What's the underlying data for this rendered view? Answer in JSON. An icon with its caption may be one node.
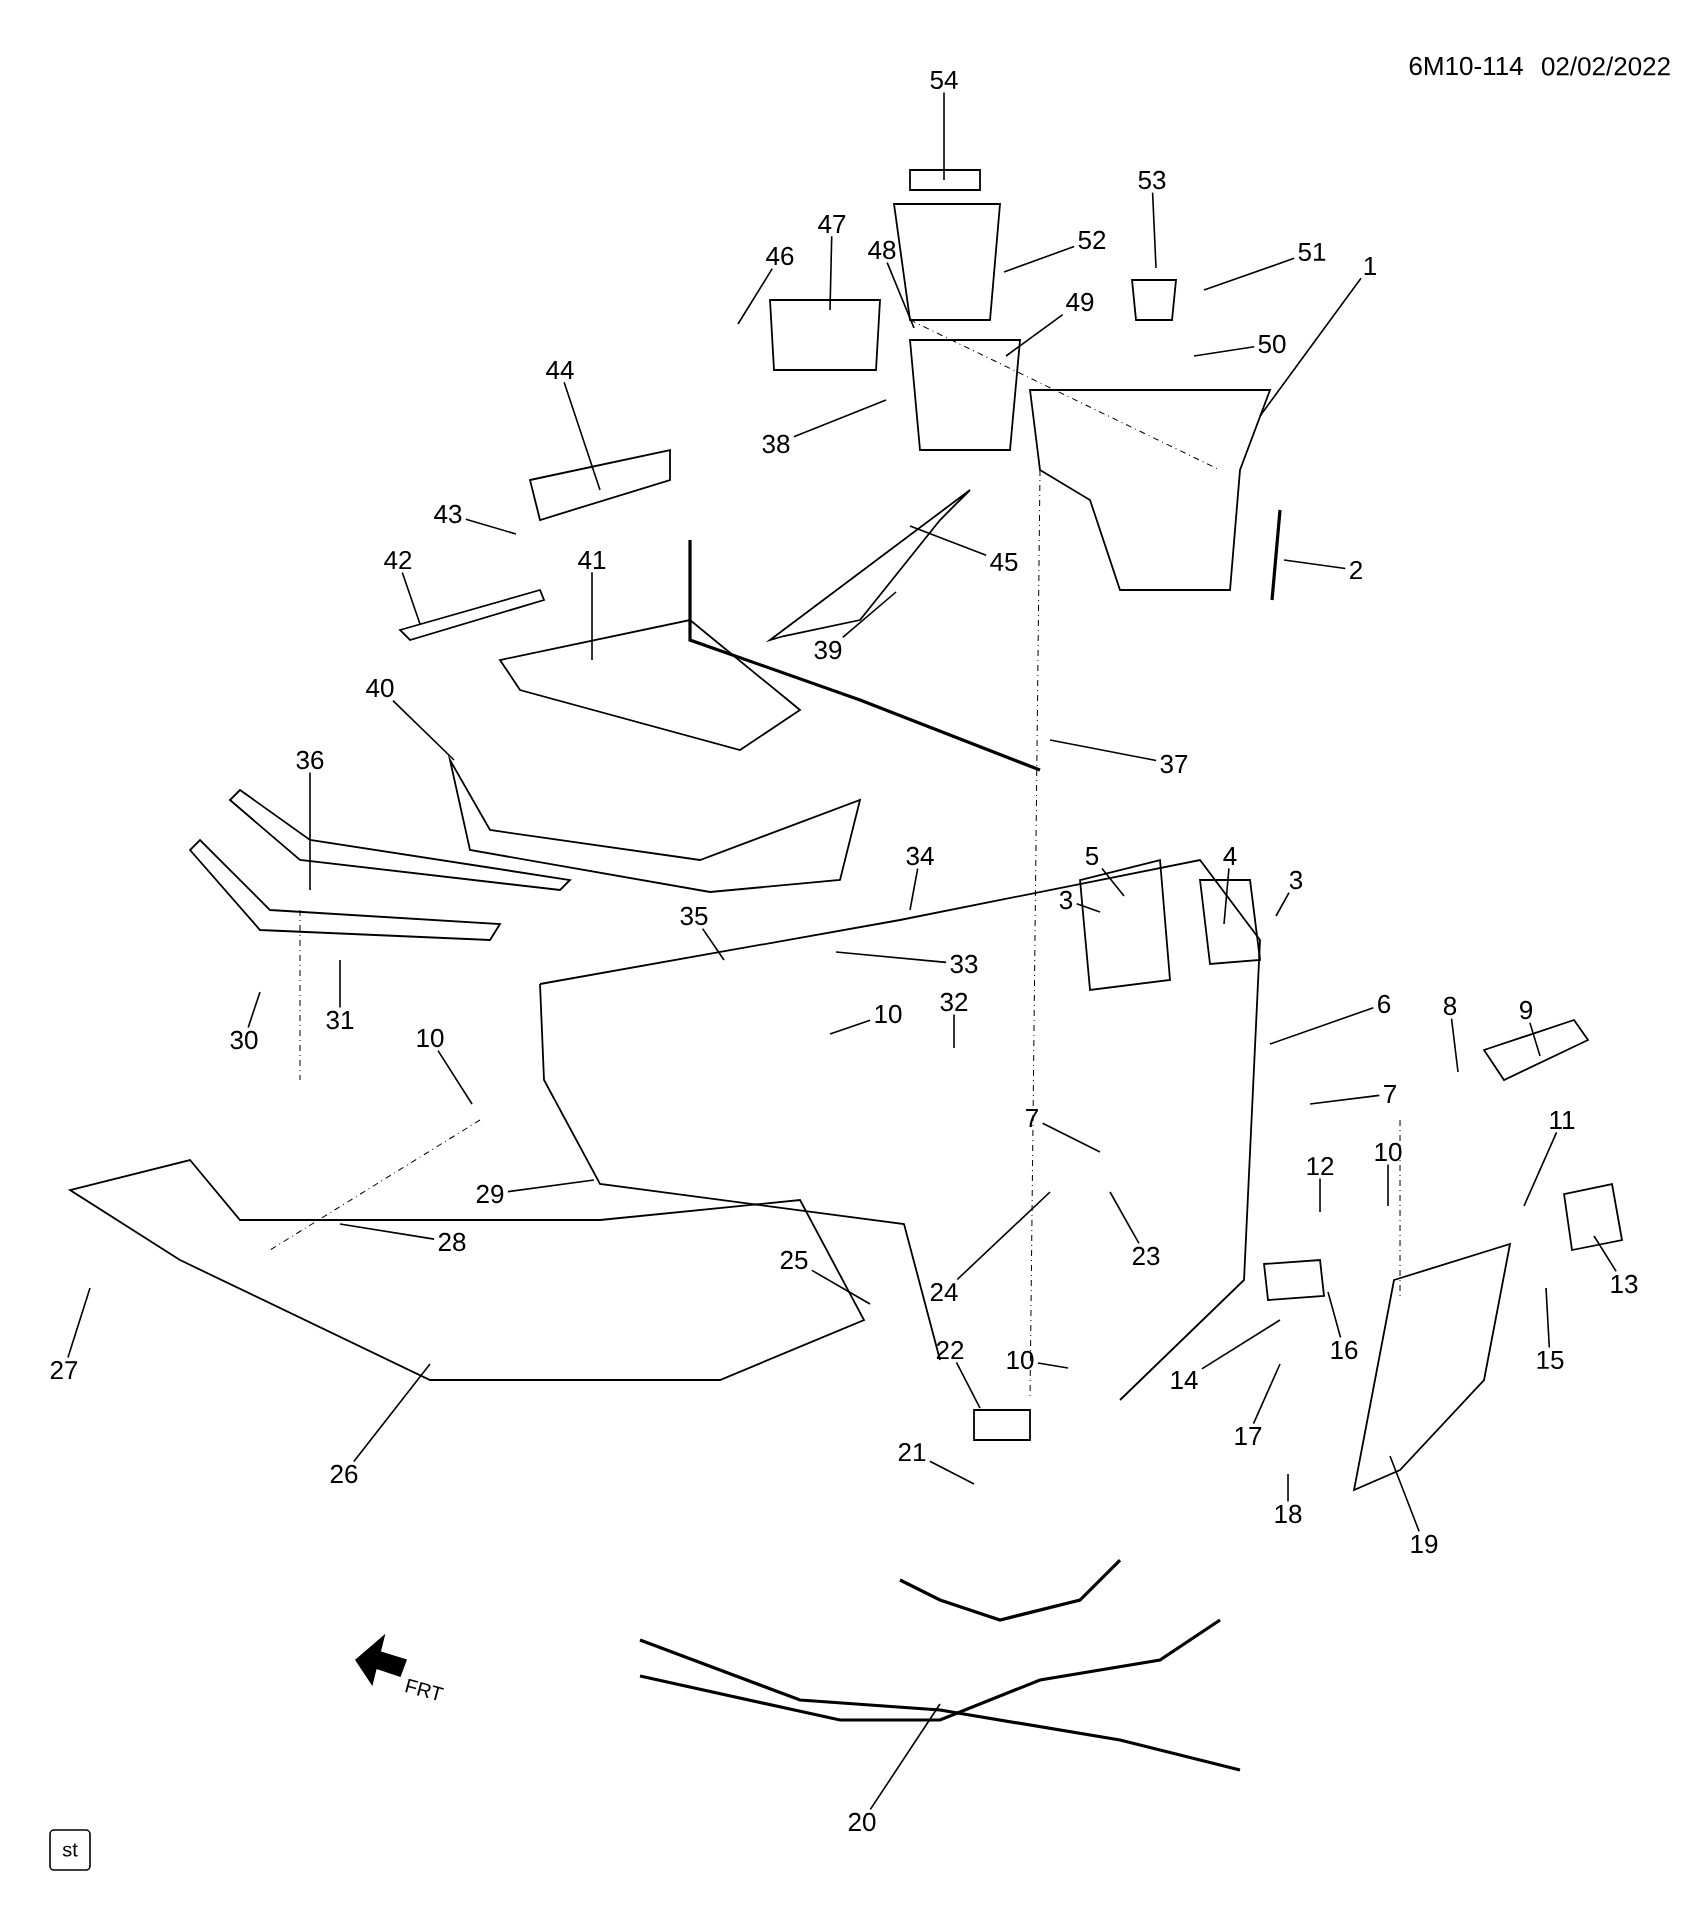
{
  "diagram": {
    "nodes": [
      {
        "text": [
          "1"
        ]
      },
      {
        "text": [
          "2"
        ]
      },
      {
        "text": [
          "3"
        ]
      },
      {
        "text": [
          "3"
        ]
      },
      {
        "text": [
          "4"
        ]
      },
      {
        "text": [
          "5"
        ]
      },
      {
        "text": [
          "6"
        ]
      },
      {
        "text": [
          "7"
        ]
      },
      {
        "text": [
          "7"
        ]
      },
      {
        "text": [
          "8"
        ]
      },
      {
        "text": [
          "9"
        ]
      },
      {
        "text": [
          "10"
        ]
      },
      {
        "text": [
          "10"
        ]
      },
      {
        "text": [
          "10"
        ]
      },
      {
        "text": [
          "10"
        ]
      },
      {
        "text": [
          "11"
        ]
      },
      {
        "text": [
          "12"
        ]
      },
      {
        "text": [
          "13"
        ]
      },
      {
        "text": [
          "14"
        ]
      },
      {
        "text": [
          "15"
        ]
      },
      {
        "text": [
          "16"
        ]
      },
      {
        "text": [
          "17"
        ]
      },
      {
        "text": [
          "18"
        ]
      },
      {
        "text": [
          "19"
        ]
      },
      {
        "text": [
          "20"
        ]
      },
      {
        "text": [
          "21"
        ]
      },
      {
        "text": [
          "22"
        ]
      },
      {
        "text": [
          "23"
        ]
      },
      {
        "text": [
          "24"
        ]
      },
      {
        "text": [
          "25"
        ]
      },
      {
        "text": [
          "26"
        ]
      },
      {
        "text": [
          "27"
        ]
      },
      {
        "text": [
          "28"
        ]
      },
      {
        "text": [
          "29"
        ]
      },
      {
        "text": [
          "30"
        ]
      },
      {
        "text": [
          "31"
        ]
      },
      {
        "text": [
          "32"
        ]
      },
      {
        "text": [
          "33"
        ]
      },
      {
        "text": [
          "34"
        ]
      },
      {
        "text": [
          "35"
        ]
      },
      {
        "text": [
          "36"
        ]
      },
      {
        "text": [
          "37"
        ]
      },
      {
        "text": [
          "38"
        ]
      },
      {
        "text": [
          "39"
        ]
      },
      {
        "text": [
          "40"
        ]
      },
      {
        "text": [
          "41"
        ]
      },
      {
        "text": [
          "42"
        ]
      },
      {
        "text": [
          "43"
        ]
      },
      {
        "text": [
          "44"
        ]
      },
      {
        "text": [
          "45"
        ]
      },
      {
        "text": [
          "46"
        ]
      },
      {
        "text": [
          "47"
        ]
      },
      {
        "text": [
          "48"
        ]
      },
      {
        "text": [
          "49"
        ]
      },
      {
        "text": [
          "50"
        ]
      },
      {
        "text": [
          "51"
        ]
      },
      {
        "text": [
          "52"
        ]
      },
      {
        "text": [
          "53"
        ]
      },
      {
        "text": [
          "54"
        ]
      }
    ],
    "edges": [
      {
        "from": 0,
        "to": null,
        "arrow": "none"
      },
      {
        "from": 1,
        "to": null,
        "arrow": "none"
      },
      {
        "from": 2,
        "to": null,
        "arrow": "none"
      },
      {
        "from": 3,
        "to": null,
        "arrow": "none"
      },
      {
        "from": 4,
        "to": null,
        "arrow": "none"
      },
      {
        "from": 5,
        "to": null,
        "arrow": "none"
      },
      {
        "from": 6,
        "to": null,
        "arrow": "none"
      },
      {
        "from": 7,
        "to": null,
        "arrow": "none"
      },
      {
        "from": 8,
        "to": null,
        "arrow": "none"
      },
      {
        "from": 9,
        "to": null,
        "arrow": "none"
      },
      {
        "from": 10,
        "to": null,
        "arrow": "none"
      },
      {
        "from": 11,
        "to": null,
        "arrow": "none"
      },
      {
        "from": 12,
        "to": null,
        "arrow": "none"
      },
      {
        "from": 13,
        "to": null,
        "arrow": "none"
      },
      {
        "from": 14,
        "to": null,
        "arrow": "none"
      },
      {
        "from": 15,
        "to": null,
        "arrow": "none"
      },
      {
        "from": 16,
        "to": null,
        "arrow": "none"
      },
      {
        "from": 17,
        "to": null,
        "arrow": "none"
      },
      {
        "from": 18,
        "to": null,
        "arrow": "none"
      },
      {
        "from": 19,
        "to": null,
        "arrow": "none"
      },
      {
        "from": 20,
        "to": null,
        "arrow": "none"
      },
      {
        "from": 21,
        "to": null,
        "arrow": "none"
      },
      {
        "from": 22,
        "to": null,
        "arrow": "none"
      },
      {
        "from": 23,
        "to": null,
        "arrow": "none"
      },
      {
        "from": 24,
        "to": null,
        "arrow": "none"
      },
      {
        "from": 25,
        "to": null,
        "arrow": "none"
      },
      {
        "from": 26,
        "to": null,
        "arrow": "none"
      },
      {
        "from": 27,
        "to": null,
        "arrow": "none"
      },
      {
        "from": 28,
        "to": null,
        "arrow": "none"
      },
      {
        "from": 29,
        "to": null,
        "arrow": "none"
      },
      {
        "from": 30,
        "to": null,
        "arrow": "none"
      },
      {
        "from": 31,
        "to": null,
        "arrow": "none"
      },
      {
        "from": 32,
        "to": null,
        "arrow": "none"
      },
      {
        "from": 33,
        "to": null,
        "arrow": "none"
      },
      {
        "from": 34,
        "to": null,
        "arrow": "none"
      },
      {
        "from": 35,
        "to": null,
        "arrow": "none"
      },
      {
        "from": 36,
        "to": null,
        "arrow": "none"
      },
      {
        "from": 37,
        "to": null,
        "arrow": "none"
      },
      {
        "from": 38,
        "to": null,
        "arrow": "none"
      },
      {
        "from": 39,
        "to": null,
        "arrow": "none"
      },
      {
        "from": 40,
        "to": null,
        "arrow": "none"
      },
      {
        "from": 41,
        "to": null,
        "arrow": "none"
      },
      {
        "from": 42,
        "to": null,
        "arrow": "none"
      },
      {
        "from": 43,
        "to": null,
        "arrow": "none"
      },
      {
        "from": 44,
        "to": null,
        "arrow": "none"
      },
      {
        "from": 45,
        "to": null,
        "arrow": "none"
      },
      {
        "from": 46,
        "to": null,
        "arrow": "none"
      },
      {
        "from": 47,
        "to": null,
        "arrow": "none"
      },
      {
        "from": 48,
        "to": null,
        "arrow": "none"
      },
      {
        "from": 49,
        "to": null,
        "arrow": "none"
      },
      {
        "from": 50,
        "to": null,
        "arrow": "none"
      },
      {
        "from": 51,
        "to": null,
        "arrow": "none"
      },
      {
        "from": 52,
        "to": null,
        "arrow": "none"
      },
      {
        "from": 53,
        "to": null,
        "arrow": "none"
      },
      {
        "from": 54,
        "to": null,
        "arrow": "none"
      },
      {
        "from": 55,
        "to": null,
        "arrow": "none"
      },
      {
        "from": 56,
        "to": null,
        "arrow": "none"
      },
      {
        "from": 57,
        "to": null,
        "arrow": "none"
      },
      {
        "from": 58,
        "to": null,
        "arrow": "none"
      }
    ],
    "labels": [
      "6M10-114",
      "02/02/2022",
      "FRT",
      "st"
    ]
  }
}
